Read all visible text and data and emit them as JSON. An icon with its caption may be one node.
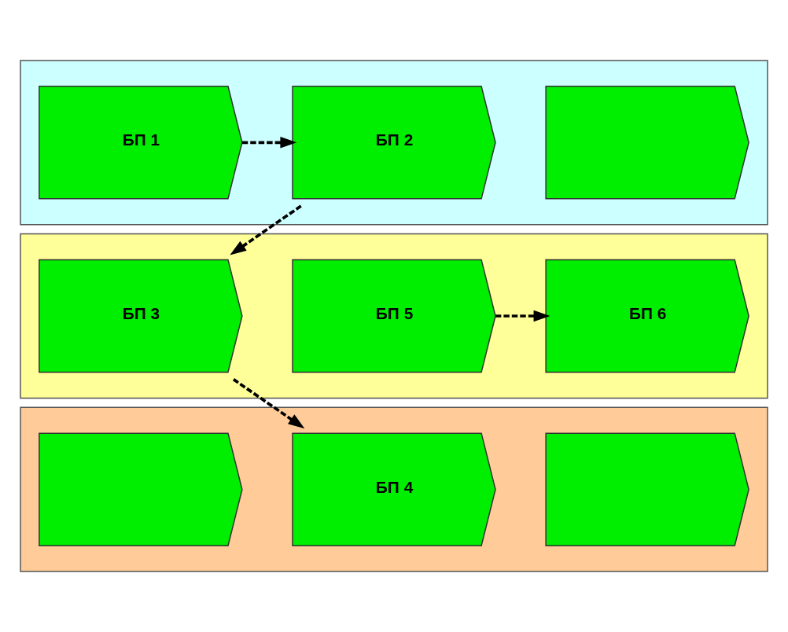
{
  "diagram": {
    "nodes": [
      {
        "text": [],
        "shape": "box"
      },
      {
        "text": [
          "БП 1"
        ],
        "in": 0
      },
      {
        "text": [
          "БП 2"
        ],
        "in": 0
      },
      {
        "text": [],
        "shape": "chevron",
        "in": 0
      },
      {
        "text": [],
        "shape": "box"
      },
      {
        "text": [
          "БП 3"
        ],
        "in": 4
      },
      {
        "text": [
          "БП 5"
        ],
        "in": 4
      },
      {
        "text": [
          "БП 6"
        ],
        "in": 4
      },
      {
        "text": [],
        "shape": "box"
      },
      {
        "text": [],
        "shape": "chevron",
        "in": 8
      },
      {
        "text": [
          "БП 4"
        ],
        "in": 8
      },
      {
        "text": [],
        "shape": "chevron",
        "in": 8
      }
    ],
    "edges": [
      {
        "from": 1,
        "to": 2,
        "arrow": "to",
        "style": "dashed"
      },
      {
        "from": 2,
        "to": 5,
        "arrow": "to",
        "style": "dashed"
      },
      {
        "from": 5,
        "to": 10,
        "arrow": "to",
        "style": "dashed"
      },
      {
        "from": 6,
        "to": 7,
        "arrow": "to",
        "style": "dashed"
      }
    ]
  }
}
